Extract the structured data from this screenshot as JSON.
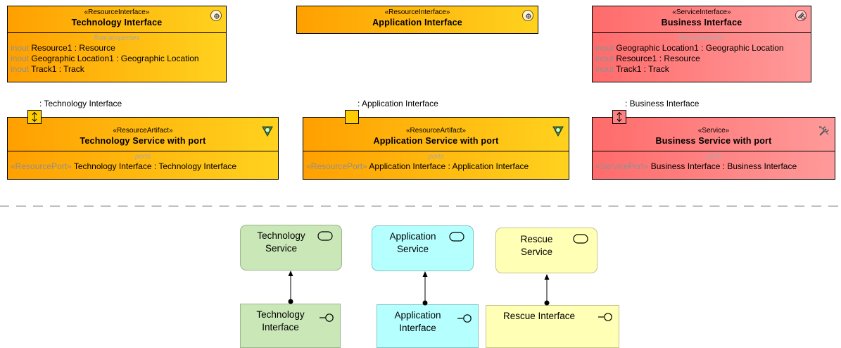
{
  "top_blocks": [
    {
      "stereotype": "«ResourceInterface»",
      "name": "Technology Interface",
      "compartment": "flow properties",
      "props": [
        {
          "kw": "inout",
          "text": "Resource1",
          "type": " : Resource"
        },
        {
          "kw": "inout",
          "text": "Geographic Location1",
          "type": " : Geographic Location"
        },
        {
          "kw": "inout",
          "text": "Track1",
          "type": " : Track"
        }
      ],
      "icon": "resource-interface-icon"
    },
    {
      "stereotype": "«ResourceInterface»",
      "name": "Application Interface",
      "icon": "resource-interface-icon"
    },
    {
      "stereotype": "«ServiceInterface»",
      "name": "Business Interface",
      "compartment": "flow properties",
      "props": [
        {
          "kw": "inout",
          "text": "Geographic Location1",
          "type": " : Geographic Location"
        },
        {
          "kw": "inout",
          "text": "Resource1",
          "type": " : Resource"
        },
        {
          "kw": "inout",
          "text": "Track1",
          "type": " : Track"
        }
      ],
      "icon": "service-interface-icon"
    }
  ],
  "port_labels": [
    ": Technology Interface",
    ": Application Interface",
    ": Business Interface"
  ],
  "service_blocks": [
    {
      "stereotype": "«ResourceArtifact»",
      "name": "Technology Service with port",
      "compartment": "ports",
      "port_kw": "«ResourcePort»",
      "port_text": " Technology Interface : Technology Interface",
      "icon": "resource-artifact-icon"
    },
    {
      "stereotype": "«ResourceArtifact»",
      "name": "Application Service with port",
      "compartment": "ports",
      "port_kw": "«ResourcePort»",
      "port_text": " Application Interface : Application Interface",
      "icon": "resource-artifact-icon"
    },
    {
      "stereotype": "«Service»",
      "name": "Business Service with port",
      "compartment": "ports",
      "port_kw": "«ServicePort»",
      "port_text": " Business Interface : Business Interface",
      "icon": "tools-icon"
    }
  ],
  "archimate": {
    "services": [
      {
        "line1": "Technology",
        "line2": "Service"
      },
      {
        "line1": "Application",
        "line2": "Service"
      },
      {
        "line1": "Rescue",
        "line2": "Service"
      }
    ],
    "interfaces": [
      {
        "line1": "Technology",
        "line2": "Interface"
      },
      {
        "line1": "Application",
        "line2": "Interface"
      },
      {
        "line1": "Rescue Interface",
        "line2": ""
      }
    ]
  },
  "colors": {
    "orange_start": "#ffa000",
    "orange_end": "#ffd21e",
    "red_start": "#ff6b6b",
    "red_end": "#ff9a9a",
    "tech_green": "#c9e7b7",
    "app_cyan": "#b5ffff",
    "business_yellow": "#ffffb5"
  }
}
